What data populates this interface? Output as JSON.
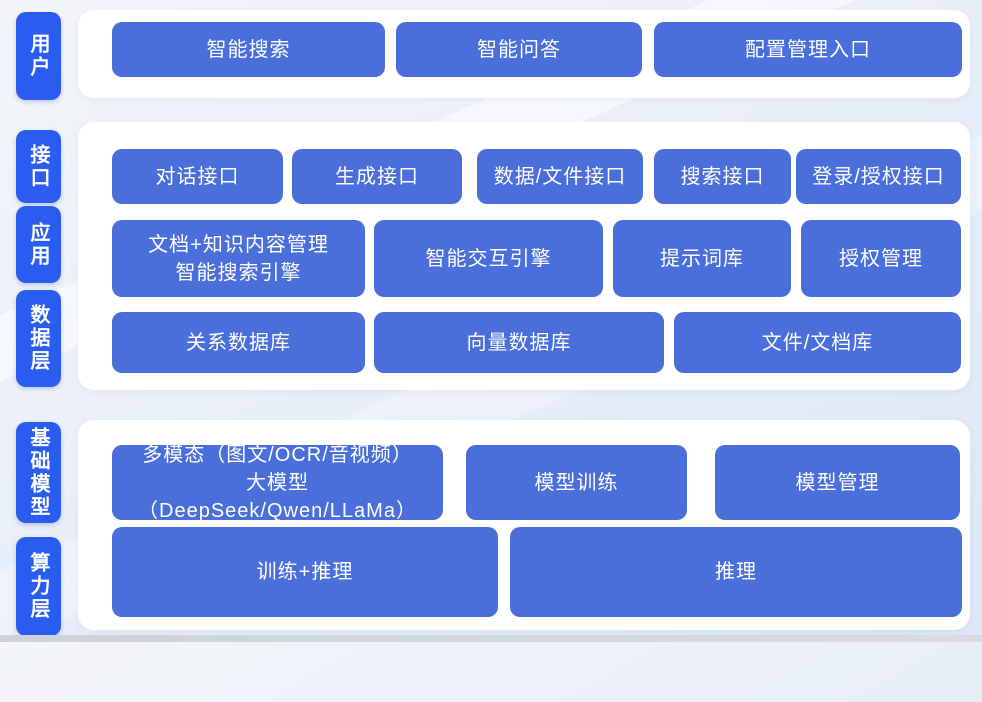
{
  "colors": {
    "label_blue": "#2B5CF0",
    "button_blue": "#4A6EDA",
    "card_white": "#FFFFFF"
  },
  "diagram": {
    "sections": [
      {
        "name": "user-layer",
        "side_labels": [
          {
            "id": "user",
            "text": "用户"
          }
        ],
        "rows": [
          {
            "buttons": [
              {
                "id": "smart-search",
                "text": "智能搜索"
              },
              {
                "id": "smart-qa",
                "text": "智能问答"
              },
              {
                "id": "config-management-entry",
                "text": "配置管理入口"
              }
            ]
          }
        ]
      },
      {
        "name": "interface-application-data-layer",
        "side_labels": [
          {
            "id": "interface",
            "text": "接口"
          },
          {
            "id": "application",
            "text": "应用"
          },
          {
            "id": "data-layer",
            "text": "数据层"
          }
        ],
        "rows": [
          {
            "buttons": [
              {
                "id": "dialog-api",
                "text": "对话接口"
              },
              {
                "id": "generation-api",
                "text": "生成接口"
              },
              {
                "id": "data-file-api",
                "text": "数据/文件接口"
              },
              {
                "id": "search-api",
                "text": "搜索接口"
              },
              {
                "id": "login-auth-api",
                "text": "登录/授权接口"
              }
            ]
          },
          {
            "buttons": [
              {
                "id": "doc-knowledge-search-engine",
                "text": "文档+知识内容管理\n智能搜索引擎"
              },
              {
                "id": "smart-interaction-engine",
                "text": "智能交互引擎"
              },
              {
                "id": "prompt-library",
                "text": "提示词库"
              },
              {
                "id": "auth-management",
                "text": "授权管理"
              }
            ]
          },
          {
            "buttons": [
              {
                "id": "relational-db",
                "text": "关系数据库"
              },
              {
                "id": "vector-db",
                "text": "向量数据库"
              },
              {
                "id": "file-doc-store",
                "text": "文件/文档库"
              }
            ]
          }
        ]
      },
      {
        "name": "foundation-compute-layer",
        "side_labels": [
          {
            "id": "foundation-model",
            "text": "基础模型"
          },
          {
            "id": "compute-layer",
            "text": "算力层"
          }
        ],
        "rows": [
          {
            "buttons": [
              {
                "id": "multimodal-llm",
                "text": "多模态（图文/OCR/音视频）\n大模型（DeepSeek/Qwen/LLaMa）"
              },
              {
                "id": "model-training",
                "text": "模型训练"
              },
              {
                "id": "model-management",
                "text": "模型管理"
              }
            ]
          },
          {
            "buttons": [
              {
                "id": "training-plus-inference",
                "text": "训练+推理"
              },
              {
                "id": "inference",
                "text": "推理"
              }
            ]
          }
        ]
      }
    ]
  }
}
